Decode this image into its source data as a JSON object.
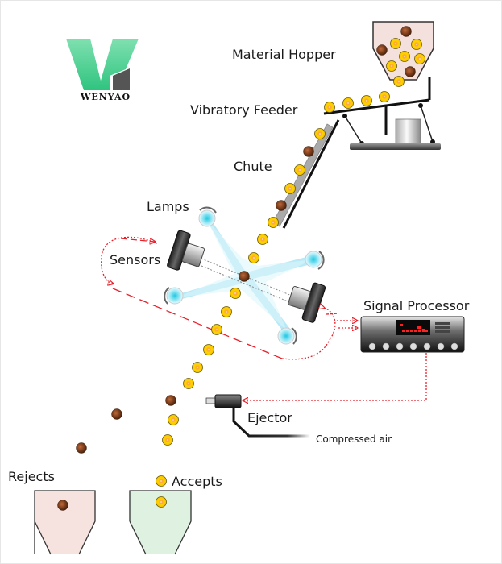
{
  "logo": {
    "brand": "WENYAO",
    "primary_color": "#3fcf8e",
    "secondary_color": "#555555"
  },
  "labels": {
    "material_hopper": "Material Hopper",
    "vibratory_feeder": "Vibratory Feeder",
    "chute": "Chute",
    "lamps": "Lamps",
    "sensors": "Sensors",
    "signal_processor": "Signal Processor",
    "ejector": "Ejector",
    "compressed_air": "Compressed air",
    "rejects": "Rejects",
    "accepts": "Accepts"
  },
  "colors": {
    "good_particle": "#f5c400",
    "bad_particle": "#7a3d1c",
    "signal_line": "#e8202a",
    "light_beam": "#7fd8ef",
    "hopper_fill": "#f4e0dc",
    "rejects_bin_fill": "#f6e2de",
    "accepts_bin_fill": "#dff2e2"
  },
  "icons": {
    "lamp": "lamp-icon",
    "sensor": "camera-sensor-icon",
    "processor": "signal-processor-icon",
    "ejector": "air-ejector-icon"
  }
}
